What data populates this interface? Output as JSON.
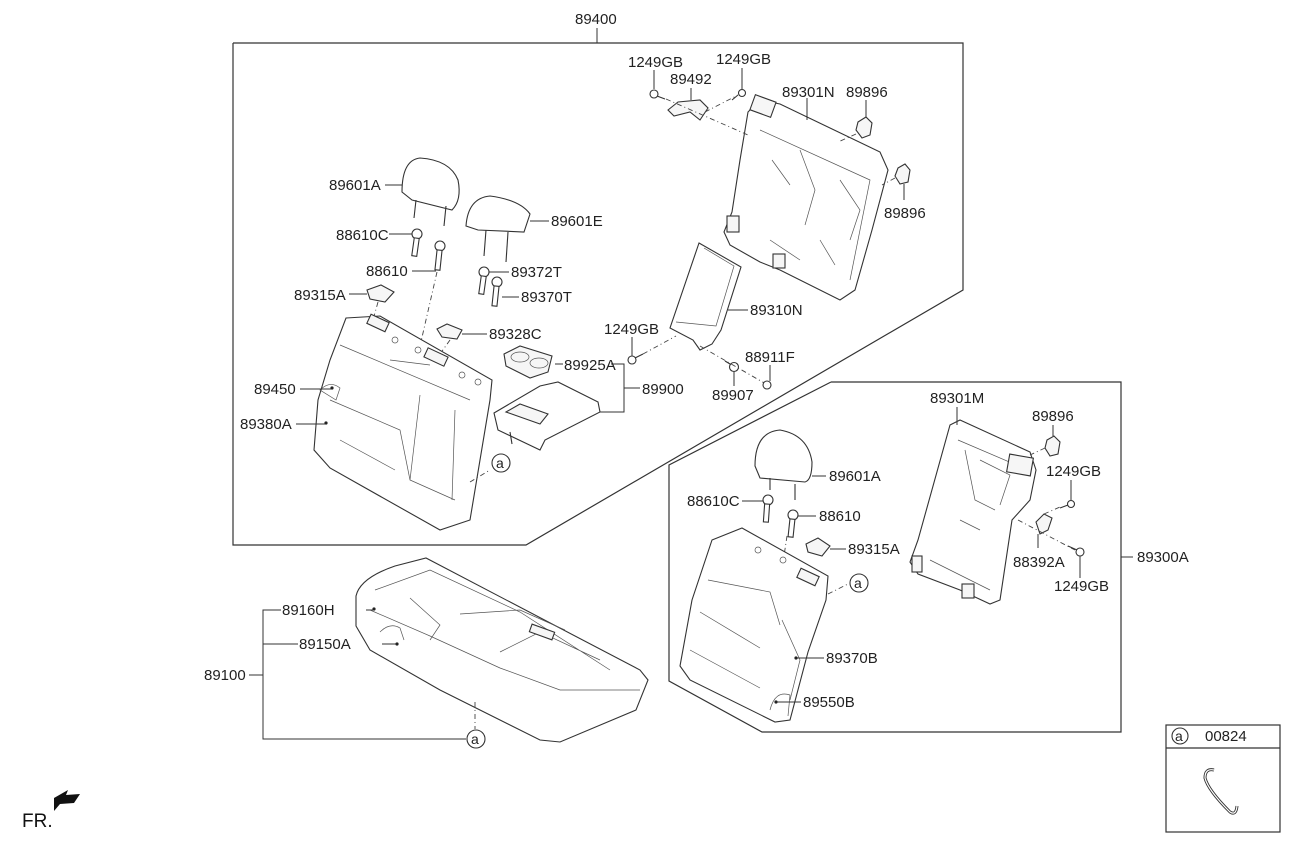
{
  "diagram": {
    "title_assembly_top": "89400",
    "assembly_right": "89300A",
    "assembly_cushion": "89100",
    "front_indicator": "FR.",
    "legend": {
      "ref": "a",
      "part_no": "00824",
      "icon": "hook-clip-icon"
    },
    "labels": {
      "l_1249GB_a": "1249GB",
      "l_89492": "89492",
      "l_1249GB_b": "1249GB",
      "l_89301N": "89301N",
      "l_89896_a": "89896",
      "l_89896_b": "89896",
      "l_89601A_a": "89601A",
      "l_89601E": "89601E",
      "l_88610C_a": "88610C",
      "l_88610_a": "88610",
      "l_89372T": "89372T",
      "l_89370T": "89370T",
      "l_89315A_a": "89315A",
      "l_89328C": "89328C",
      "l_89310N": "89310N",
      "l_1249GB_c": "1249GB",
      "l_89925A": "89925A",
      "l_88911F": "88911F",
      "l_89450": "89450",
      "l_89900": "89900",
      "l_89907": "89907",
      "l_89380A": "89380A",
      "l_89301M": "89301M",
      "l_89896_c": "89896",
      "l_1249GB_d": "1249GB",
      "l_89601A_b": "89601A",
      "l_88610C_b": "88610C",
      "l_88610_b": "88610",
      "l_89315A_b": "89315A",
      "l_88392A": "88392A",
      "l_1249GB_e": "1249GB",
      "l_89160H": "89160H",
      "l_89150A": "89150A",
      "l_89370B": "89370B",
      "l_89550B": "89550B"
    },
    "ref_markers": {
      "a1": "a",
      "a2": "a",
      "a3": "a"
    }
  }
}
